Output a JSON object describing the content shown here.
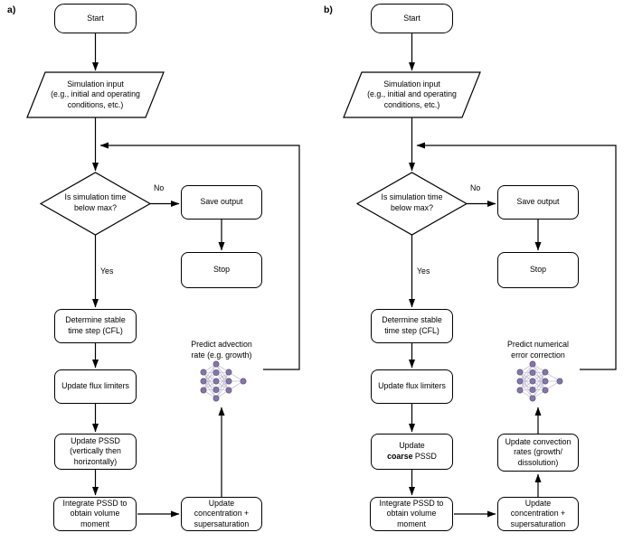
{
  "figure": {
    "background": "#ffffff",
    "line_color": "#000000",
    "node_fill": "#ffffff",
    "nn_panel_fill": "#ece7f2",
    "nn_node_fill": "#8377a6",
    "nn_node_stroke": "#5e5380",
    "nn_edge_color": "#b6adc9"
  },
  "panels": [
    {
      "label": "a)",
      "start": "Start",
      "sim_input": "Simulation input\n(e.g., initial and operating\nconditions, etc.)",
      "decision": "Is simulation time\nbelow max?",
      "no": "No",
      "yes": "Yes",
      "save_output": "Save output",
      "stop": "Stop",
      "cfl": "Determine stable\ntime step (CFL)",
      "flux": "Update flux limiters",
      "nn": "Predict advection\nrate (e.g. growth)",
      "pssd": "Update PSSD\n(vertically then\nhorizontally)",
      "integrate": "Integrate PSSD to\nobtain volume\nmoment",
      "concentration": "Update\nconcentration +\nsupersaturation"
    },
    {
      "label": "b)",
      "start": "Start",
      "sim_input": "Simulation input\n(e.g., initial and operating\nconditions, etc.)",
      "decision": "Is simulation time\nbelow max?",
      "no": "No",
      "yes": "Yes",
      "save_output": "Save output",
      "stop": "Stop",
      "cfl": "Determine stable\ntime step (CFL)",
      "flux": "Update flux limiters",
      "nn": "Predict numerical\nerror correction",
      "pssd_pre": "Update\n",
      "pssd_bold": "coarse",
      "pssd_post": " PSSD",
      "convection": "Update convection\nrates (growth/\ndissolution)",
      "integrate": "Integrate PSSD to\nobtain volume\nmoment",
      "concentration": "Update\nconcentration +\nsupersaturation"
    }
  ]
}
